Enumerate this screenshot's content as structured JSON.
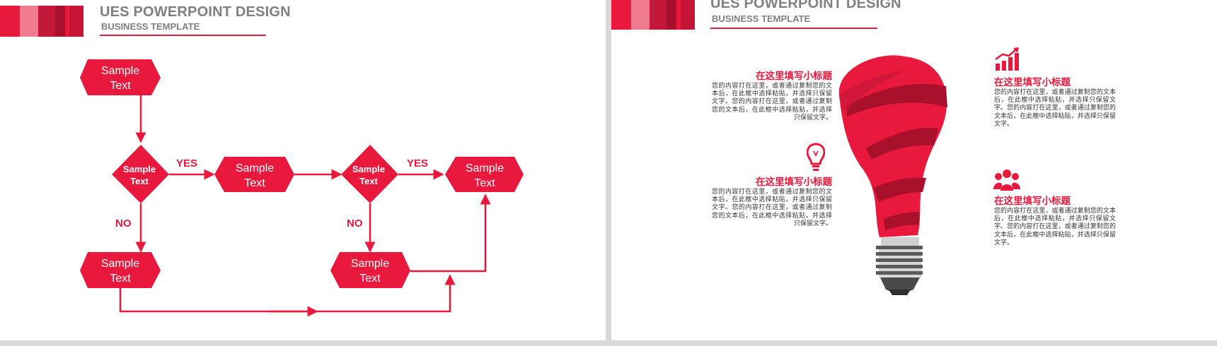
{
  "header": {
    "title": "UES POWERPOINT DESIGN",
    "subtitle": "BUSINESS TEMPLATE",
    "bar_colors": [
      "#e8193c",
      "#f07b8e",
      "#c2183a",
      "#a8102c",
      "#e8193c",
      "#c41535"
    ]
  },
  "colors": {
    "accent": "#e8193c",
    "dark_accent": "#a8102c",
    "divider": "#d9d9d9"
  },
  "flowchart": {
    "nodes": [
      "Sample Text",
      "Sample Text",
      "Sample Text",
      "Sample Text",
      "Sample Text",
      "Sample Text",
      "Sample Text"
    ],
    "yes_label": "YES",
    "no_label": "NO"
  },
  "infographic": {
    "blocks": [
      {
        "title": "在这里填写小标题",
        "body": "您的内容打在这里，或者通过复制您的文本后，在此框中选择粘贴，并选择只保留文字。您的内容打在这里，或者通过复制您的文本后，在此框中选择粘贴，并选择只保留文字。",
        "icon": "none"
      },
      {
        "title": "在这里填写小标题",
        "body": "您的内容打在这里，或者通过复制您的文本后，在此框中选择粘贴，并选择只保留文字。您的内容打在这里，或者通过复制您的文本后，在此框中选择粘贴，并选择只保留文字。",
        "icon": "bar-chart-growth-icon"
      },
      {
        "title": "在这里填写小标题",
        "body": "您的内容打在这里，或者通过复制您的文本后，在此框中选择粘贴，并选择只保留文字。您的内容打在这里，或者通过复制您的文本后，在此框中选择粘贴，并选择只保留文字。",
        "icon": "lightbulb-icon"
      },
      {
        "title": "在这里填写小标题",
        "body": "您的内容打在这里，或者通过复制您的文本后，在此框中选择粘贴，并选择只保留文字。您的内容打在这里，或者通过复制您的文本后，在此框中选择粘贴，并选择只保留文字。",
        "icon": "people-group-icon"
      }
    ]
  }
}
